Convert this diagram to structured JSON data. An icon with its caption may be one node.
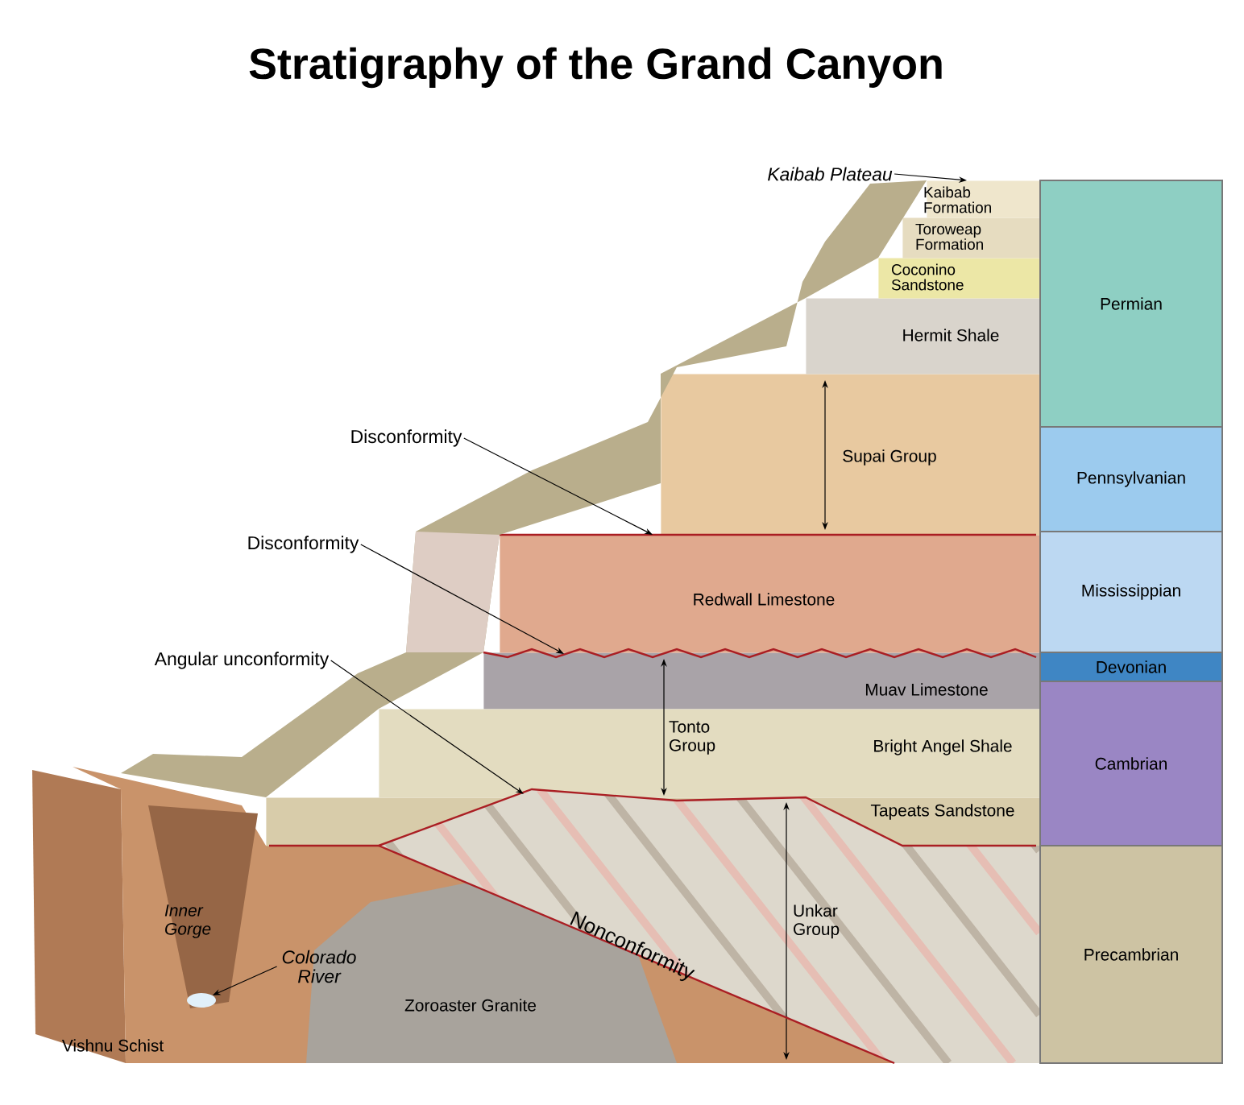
{
  "diagram": {
    "title": "Stratigraphy of the Grand Canyon",
    "nodes": [
      {
        "text": [
          "Kaibab Plateau"
        ]
      },
      {
        "text": [
          "Kaibab Formation"
        ]
      },
      {
        "text": [
          "Toroweap Formation"
        ]
      },
      {
        "text": [
          "Coconino Sandstone"
        ]
      },
      {
        "text": [
          "Hermit Shale"
        ]
      },
      {
        "text": [
          "Disconformity"
        ]
      },
      {
        "text": [
          "Supai Group"
        ]
      },
      {
        "text": [
          "Disconformity"
        ]
      },
      {
        "text": [
          "Redwall Limestone"
        ]
      },
      {
        "text": [
          "Angular unconformity"
        ]
      },
      {
        "text": [
          "Muav Limestone"
        ]
      },
      {
        "text": [
          "Bright Angel Shale"
        ]
      },
      {
        "text": [
          "Tapeats Sandstone"
        ]
      },
      {
        "text": [
          "Vishnu Schist"
        ]
      },
      {
        "text": [
          "Inner Gorge"
        ],
        "in": 13
      },
      {
        "text": [],
        "shape": "ellipse",
        "in": 14
      },
      {
        "text": [
          "Colorado River"
        ],
        "in": 13
      },
      {
        "text": [
          "Unkar Group"
        ]
      },
      {
        "text": [
          "Zoroaster Granite"
        ],
        "in": 13
      },
      {
        "text": [
          "Permian"
        ]
      },
      {
        "text": [
          "Pennsylvanian"
        ]
      },
      {
        "text": [
          "Mississippian"
        ]
      },
      {
        "text": [
          "Devonian"
        ]
      },
      {
        "text": [
          "Cambrian"
        ]
      },
      {
        "text": [
          "Precambrian"
        ]
      }
    ],
    "edges": [
      {
        "from": 0,
        "to": 1,
        "arrow": "to"
      },
      {
        "from": 5,
        "to": 8,
        "arrow": "to"
      },
      {
        "from": 7,
        "to": 10,
        "arrow": "to"
      },
      {
        "from": 9,
        "to": 17,
        "arrow": "to"
      },
      {
        "from": 16,
        "to": 15,
        "arrow": "to"
      }
    ],
    "labels": [
      "Tonto Group",
      "Nonconformity"
    ]
  }
}
